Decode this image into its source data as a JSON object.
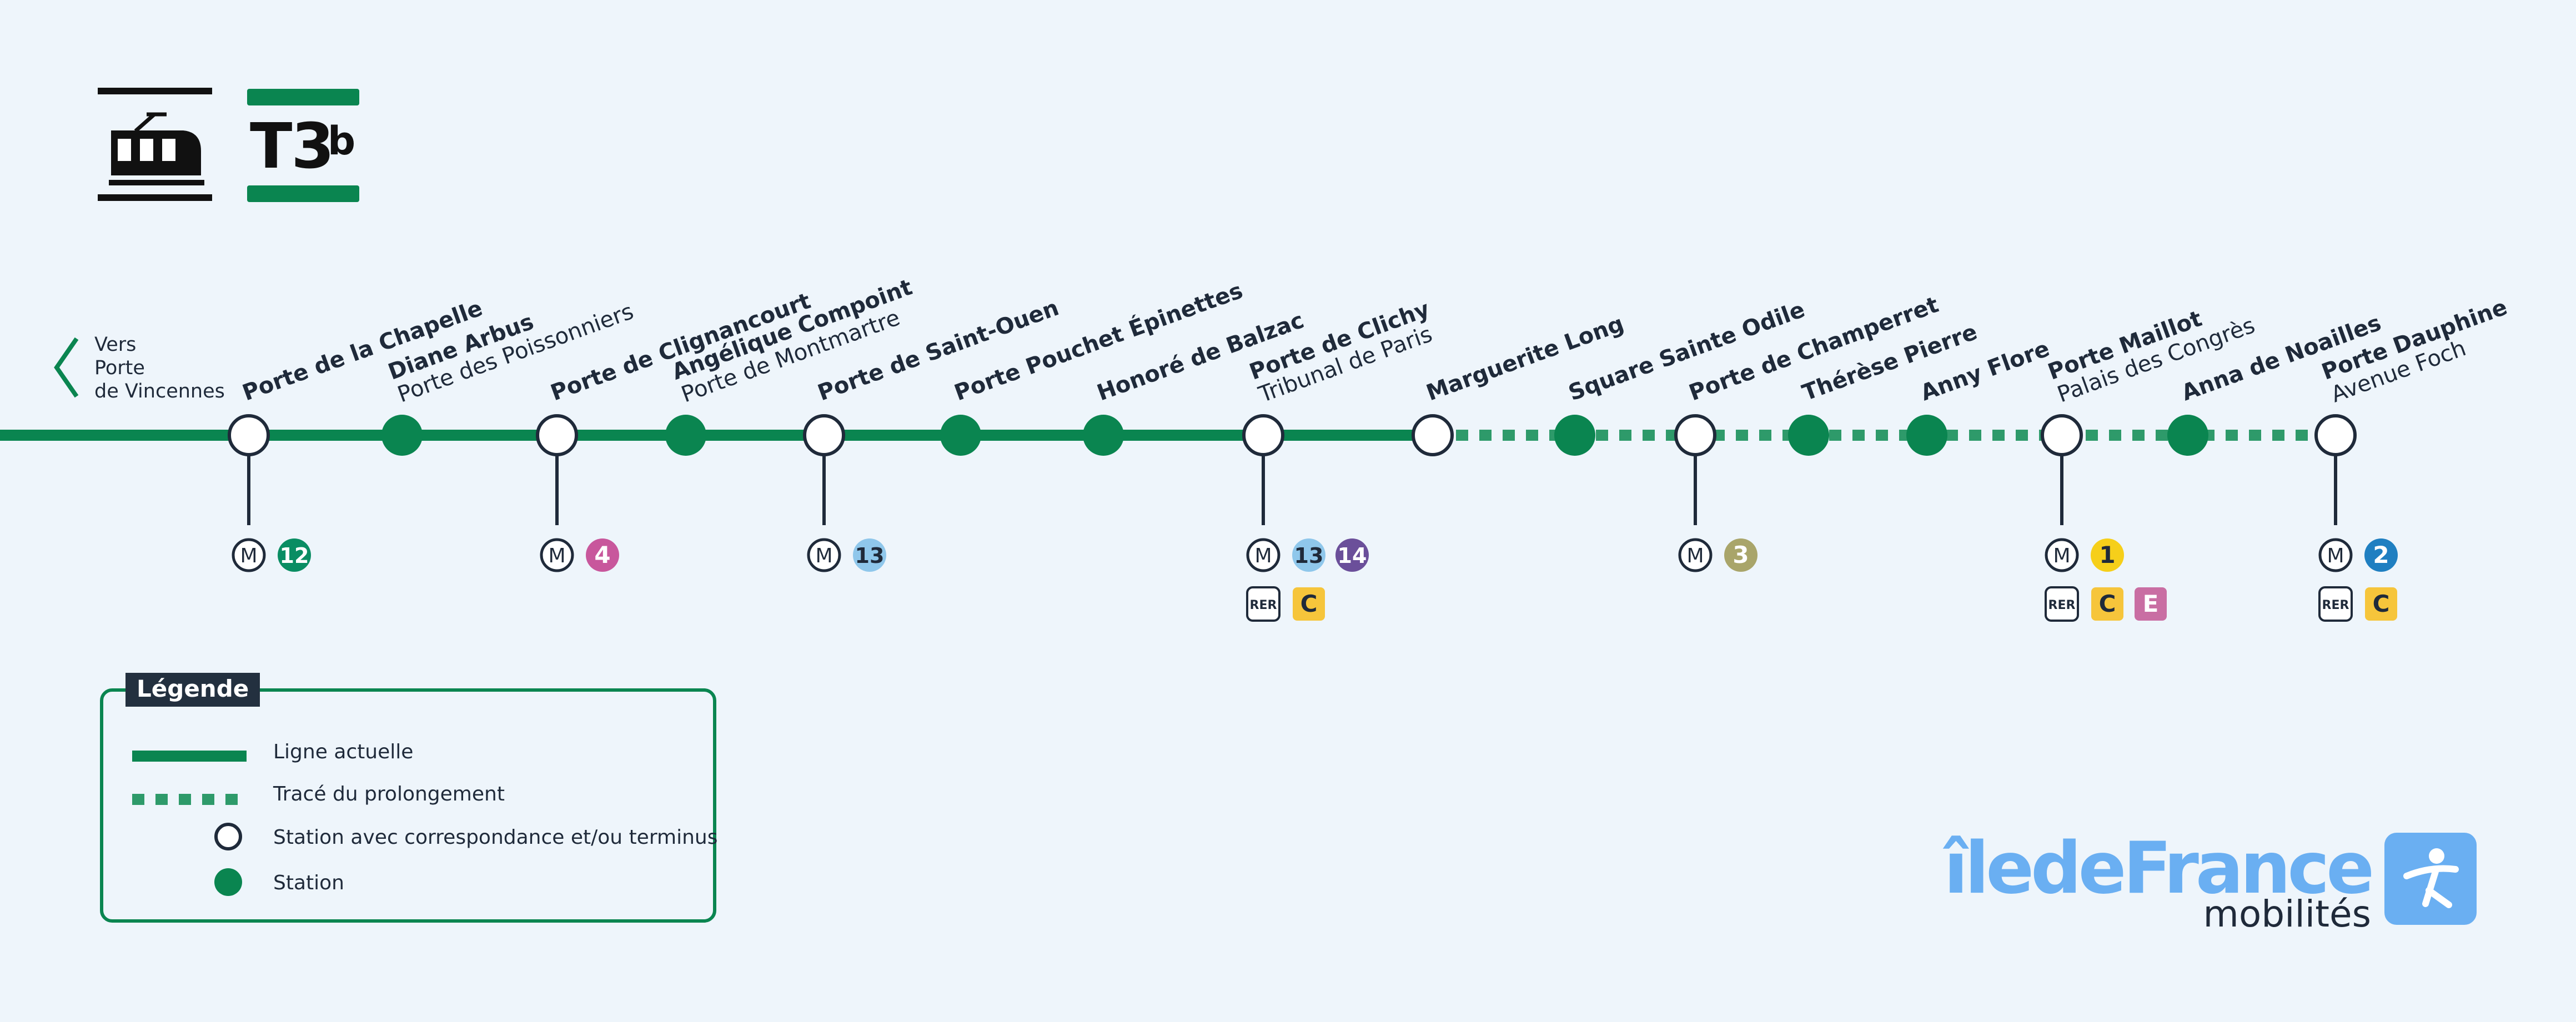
{
  "line": {
    "name": "T3",
    "suffix": "b",
    "color": "#0a8550",
    "extension_color": "#2e9a6a"
  },
  "direction": {
    "lines": [
      "Vers",
      "Porte",
      "de Vincennes"
    ]
  },
  "stations": [
    {
      "name": "Porte de la Chapelle",
      "sub": "",
      "type": "connection",
      "status": "current",
      "metro": [
        {
          "label": "12",
          "color": "#0a8d63",
          "text": "#ffffff"
        }
      ],
      "rer": []
    },
    {
      "name": "Diane Arbus",
      "sub": "Porte des Poissonniers",
      "type": "station",
      "status": "current",
      "metro": [],
      "rer": []
    },
    {
      "name": "Porte de Clignancourt",
      "sub": "",
      "type": "connection",
      "status": "current",
      "metro": [
        {
          "label": "4",
          "color": "#c8579c",
          "text": "#ffffff"
        }
      ],
      "rer": []
    },
    {
      "name": "Angélique Compoint",
      "sub": "Porte de Montmartre",
      "type": "station",
      "status": "current",
      "metro": [],
      "rer": []
    },
    {
      "name": "Porte de Saint-Ouen",
      "sub": "",
      "type": "connection",
      "status": "current",
      "metro": [
        {
          "label": "13",
          "color": "#8fc7eb",
          "text": "#1f2a3a"
        }
      ],
      "rer": []
    },
    {
      "name": "Porte Pouchet Épinettes",
      "sub": "",
      "type": "station",
      "status": "current",
      "metro": [],
      "rer": []
    },
    {
      "name": "Honoré de Balzac",
      "sub": "",
      "type": "station",
      "status": "current",
      "metro": [],
      "rer": []
    },
    {
      "name": "Porte de Clichy",
      "sub": "Tribunal de Paris",
      "type": "connection",
      "status": "current",
      "metro": [
        {
          "label": "13",
          "color": "#8fc7eb",
          "text": "#1f2a3a"
        },
        {
          "label": "14",
          "color": "#6b4f9a",
          "text": "#ffffff"
        }
      ],
      "rer": [
        {
          "label": "C",
          "color": "#f6c53b",
          "text": "#1f2a3a"
        }
      ]
    },
    {
      "name": "Marguerite Long",
      "sub": "",
      "type": "connection",
      "status": "current",
      "metro": [],
      "rer": []
    },
    {
      "name": "Square Sainte Odile",
      "sub": "",
      "type": "station",
      "status": "extension",
      "metro": [],
      "rer": []
    },
    {
      "name": "Porte de Champerret",
      "sub": "",
      "type": "connection",
      "status": "extension",
      "metro": [
        {
          "label": "3",
          "color": "#a9a56a",
          "text": "#ffffff"
        }
      ],
      "rer": []
    },
    {
      "name": "Thérèse Pierre",
      "sub": "",
      "type": "station",
      "status": "extension",
      "metro": [],
      "rer": []
    },
    {
      "name": "Anny Flore",
      "sub": "",
      "type": "station",
      "status": "extension",
      "metro": [],
      "rer": []
    },
    {
      "name": "Porte Maillot",
      "sub": "Palais des Congrès",
      "type": "connection",
      "status": "extension",
      "metro": [
        {
          "label": "1",
          "color": "#f6cf1a",
          "text": "#1f2a3a"
        }
      ],
      "rer": [
        {
          "label": "C",
          "color": "#f6c53b",
          "text": "#1f2a3a"
        },
        {
          "label": "E",
          "color": "#c96ea3",
          "text": "#ffffff"
        }
      ]
    },
    {
      "name": "Anna de Noailles",
      "sub": "",
      "type": "station",
      "status": "extension",
      "metro": [],
      "rer": []
    },
    {
      "name": "Porte Dauphine",
      "sub": "Avenue Foch",
      "type": "connection",
      "status": "extension",
      "metro": [
        {
          "label": "2",
          "color": "#1f7fc1",
          "text": "#ffffff"
        }
      ],
      "rer": [
        {
          "label": "C",
          "color": "#f6c53b",
          "text": "#1f2a3a"
        }
      ]
    }
  ],
  "modes": {
    "metro_symbol": "M",
    "rer_symbol": "RER"
  },
  "legend": {
    "title": "Légende",
    "items": [
      {
        "label": "Ligne actuelle",
        "symbol": "solid-line"
      },
      {
        "label": "Tracé du prolongement",
        "symbol": "dashed-line"
      },
      {
        "label": "Station avec correspondance et/ou terminus",
        "symbol": "open-circle"
      },
      {
        "label": "Station",
        "symbol": "filled-circle"
      }
    ]
  },
  "brand": {
    "name": "îledeFrance",
    "sub": "mobilités",
    "color": "#6aaff2"
  },
  "icons": {
    "tram": "tram-icon",
    "arrow": "chevron-left-icon",
    "brand": "pictogram-walker-icon"
  }
}
